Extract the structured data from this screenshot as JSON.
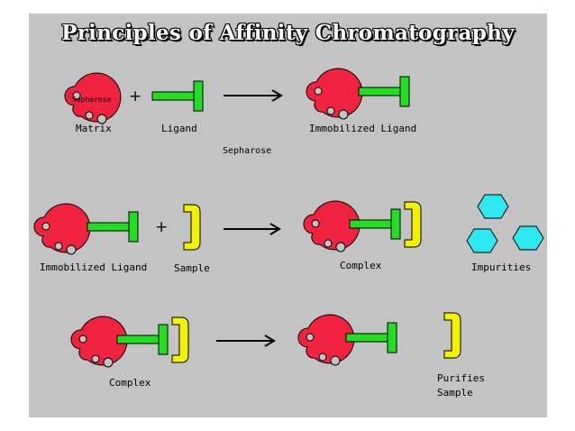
{
  "title": "Principles of Affinity Chromatography",
  "colors": {
    "matrix": "#f0223f",
    "ligand": "#22dd22",
    "sample": "#f2f200",
    "impurity": "#2ee8f0",
    "background": "#c3c3c3"
  },
  "row1": {
    "matrix_text": "Sepharose",
    "plus": "+",
    "arrow": "→",
    "matrix_label": "Matrix",
    "ligand_label": "Ligand",
    "sepharose_label": "Sepharose",
    "immobilized_label": "Immobilized Ligand"
  },
  "row2": {
    "plus": "+",
    "arrow": "→",
    "immobilized_label": "Immobilized Ligand",
    "sample_label": "Sample",
    "complex_label": "Complex",
    "impurities_label": "Impurities"
  },
  "row3": {
    "arrow": "→",
    "complex_label": "Complex",
    "purified_label_1": "Purifies",
    "purified_label_2": "Sample"
  }
}
